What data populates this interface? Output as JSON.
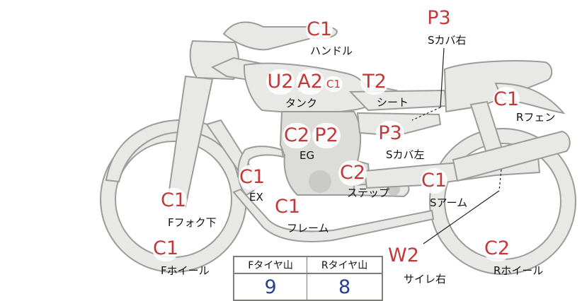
{
  "diagram": {
    "parts": [
      {
        "id": "handle",
        "codes": [
          "C1"
        ],
        "label": "ハンドル"
      },
      {
        "id": "tank",
        "codes": [
          "U2",
          "A2",
          "C1"
        ],
        "label": "タンク"
      },
      {
        "id": "seat",
        "codes": [
          "T2"
        ],
        "label": "シート"
      },
      {
        "id": "scover-r",
        "codes": [
          "P3"
        ],
        "label": "Sカバ右"
      },
      {
        "id": "rfender",
        "codes": [
          "C1"
        ],
        "label": "Rフェン"
      },
      {
        "id": "engine",
        "codes": [
          "C2",
          "P2"
        ],
        "label": "EG"
      },
      {
        "id": "scover-l",
        "codes": [
          "P3"
        ],
        "label": "Sカバ左"
      },
      {
        "id": "exhaust",
        "codes": [
          "C1"
        ],
        "label": "EX"
      },
      {
        "id": "step",
        "codes": [
          "C2"
        ],
        "label": "ステップ"
      },
      {
        "id": "swingarm",
        "codes": [
          "C1"
        ],
        "label": "Sアーム"
      },
      {
        "id": "ffork",
        "codes": [
          "C1"
        ],
        "label": "Fフォク下"
      },
      {
        "id": "frame",
        "codes": [
          "C1"
        ],
        "label": "フレーム"
      },
      {
        "id": "fwheel",
        "codes": [
          "C1"
        ],
        "label": "Fホイール"
      },
      {
        "id": "silencer",
        "codes": [
          "W2"
        ],
        "label": "サイレ右"
      },
      {
        "id": "rwheel",
        "codes": [
          "C2"
        ],
        "label": "Rホイール"
      }
    ]
  },
  "tire_table": {
    "headers": [
      "Fタイヤ山",
      "Rタイヤ山"
    ],
    "values": [
      "9",
      "8"
    ]
  },
  "colors": {
    "code_text": "#c03a3a",
    "value_text": "#25408f",
    "part_fill": "#e8e9e6",
    "part_stroke": "#9b9d98"
  }
}
